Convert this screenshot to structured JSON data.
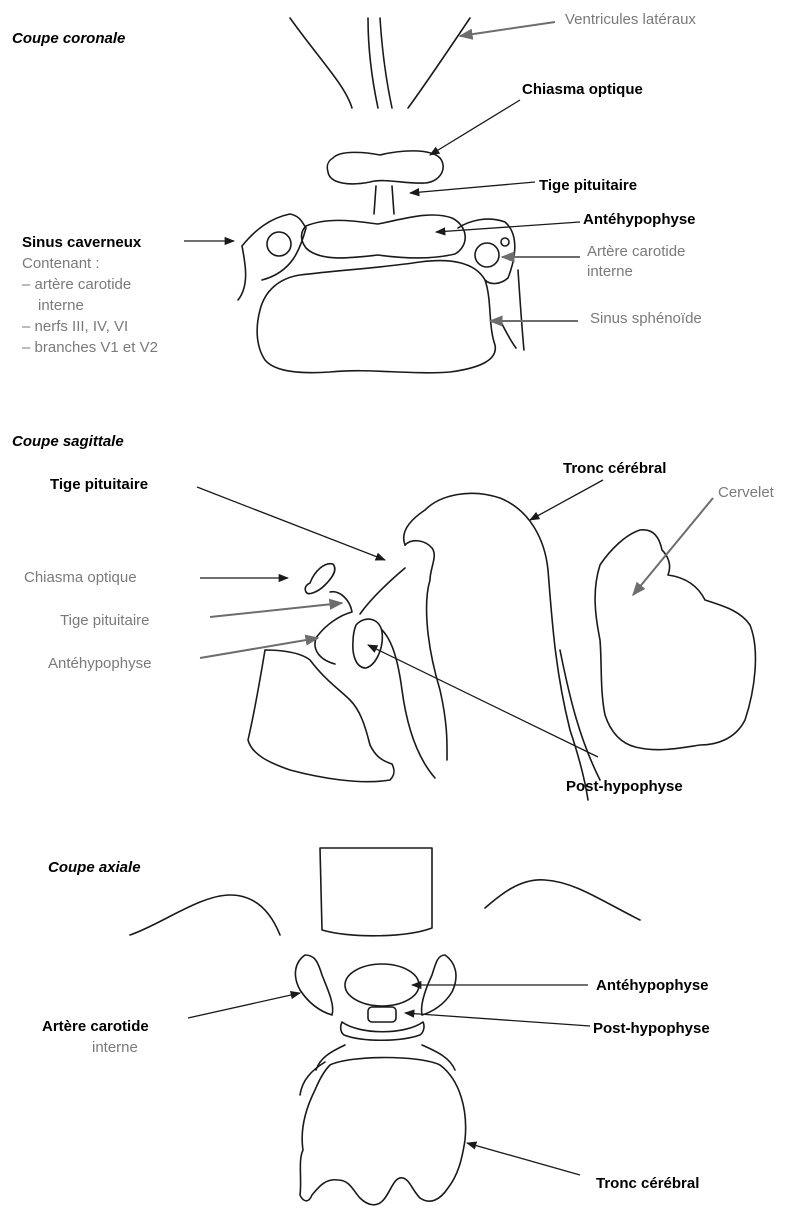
{
  "coronal": {
    "title": "Coupe coronale",
    "ventricules": "Ventricules latéraux",
    "chiasma": "Chiasma optique",
    "tige": "Tige pituitaire",
    "antehypophyse": "Antéhypophyse",
    "sinus_caverneux": "Sinus caverneux",
    "contenant": "Contenant :",
    "contenu_1a": "– artère carotide",
    "contenu_1b": "interne",
    "contenu_2": "– nerfs III, IV, VI",
    "contenu_3": "– branches V1 et V2",
    "carotide_1": "Artère carotide",
    "carotide_2": "interne",
    "sinus_sphenoide": "Sinus sphénoïde"
  },
  "sagittal": {
    "title": "Coupe sagittale",
    "tige_bold": "Tige pituitaire",
    "tronc": "Tronc cérébral",
    "cervelet": "Cervelet",
    "chiasma": "Chiasma optique",
    "tige": "Tige pituitaire",
    "antehypophyse": "Antéhypophyse",
    "posthypophyse": "Post-hypophyse"
  },
  "axial": {
    "title": "Coupe axiale",
    "antehypophyse": "Antéhypophyse",
    "carotide_1": "Artère carotide",
    "carotide_2": "interne",
    "posthypophyse": "Post-hypophyse",
    "tronc": "Tronc cérébral"
  },
  "colors": {
    "ink": "#1a1a1a",
    "grey_label": "#7a7a7a",
    "grey_arrow": "#6d6d6d"
  }
}
